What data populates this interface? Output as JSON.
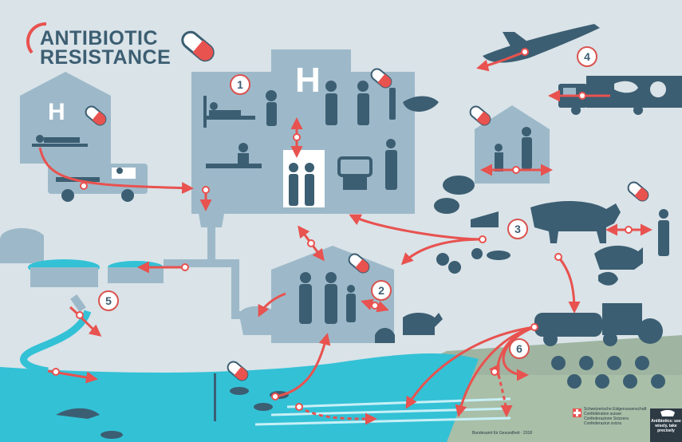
{
  "title": {
    "line1": "ANTIBIOTIC",
    "line2": "RESISTANCE"
  },
  "numbers": [
    "1",
    "2",
    "3",
    "4",
    "5",
    "6"
  ],
  "footer": {
    "credit": "Bundesamt für Gesundheit · 2018",
    "agency_lines": [
      "Schweizerische Eidgenossenschaft",
      "Confédération suisse",
      "Confederazione Svizzera",
      "Confederaziun svizra"
    ],
    "logo_text": "Antibiotics: use wisely, take precisely"
  },
  "colors": {
    "background": "#d9e3e8",
    "building": "#9db9c9",
    "figure": "#3c5e72",
    "arrow": "#e8524f",
    "water": "#33c1d6",
    "field": "#9fb5a1"
  }
}
